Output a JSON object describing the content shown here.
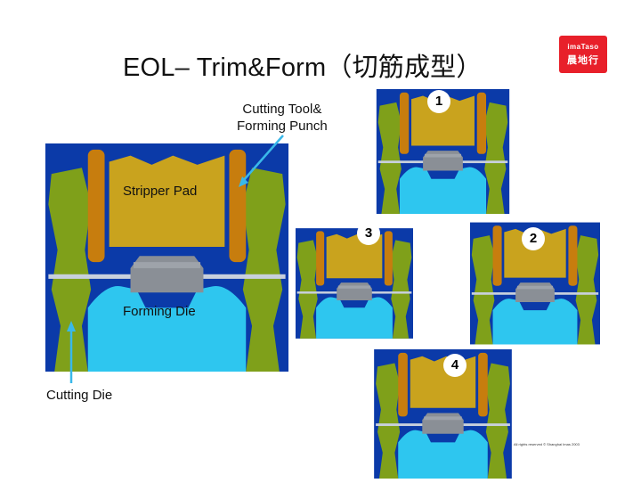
{
  "slide": {
    "title": "EOL– Trim&Form（切筋成型）",
    "logo_top": "imaTaso",
    "logo_bottom": "晨地行",
    "copyright": "All rights reserved © Shanghai Imas 2003"
  },
  "labels": {
    "cutting_tool": "Cutting Tool&\nForming Punch",
    "stripper_pad": "Stripper Pad",
    "forming_die": "Forming Die",
    "cutting_die": "Cutting Die"
  },
  "steps": [
    "1",
    "2",
    "3",
    "4"
  ],
  "colors": {
    "background": "#ffffff",
    "panel_bg": "#0b3aa8",
    "die_fill": "#2ec6ef",
    "pad_fill": "#c9a31e",
    "side_green": "#7fa01a",
    "tool_orange": "#c77d0e",
    "chip_gray": "#8a8f96",
    "arrow": "#39b8ea",
    "logo_red": "#e8202a"
  },
  "icons": [
    "company-logo",
    "pointer-arrow"
  ]
}
